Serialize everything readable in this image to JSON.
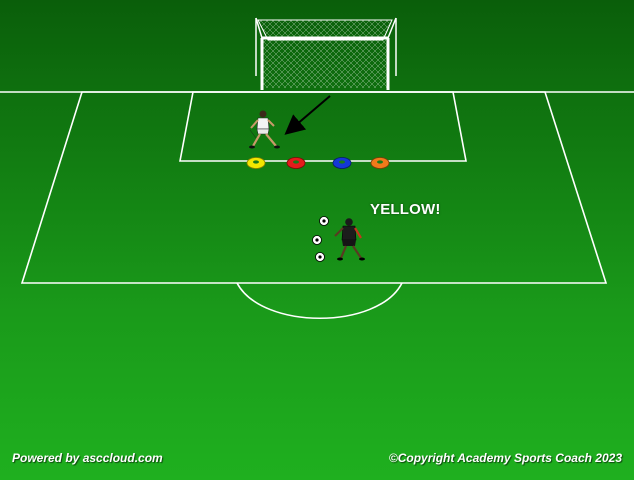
{
  "coach_call": "YELLOW!",
  "footer": {
    "powered_by": "Powered by asccloud.com",
    "copyright": "©Copyright Academy Sports Coach 2023"
  },
  "colors": {
    "cone_yellow": "#f2e600",
    "cone_red": "#e51b1b",
    "cone_blue": "#1438d6",
    "cone_orange": "#f07a1a",
    "grass_dark": "#0a5e0a",
    "grass_light": "#1fb01f",
    "line": "#ffffff"
  },
  "cones": [
    {
      "color_name": "yellow",
      "icon": "cone-icon"
    },
    {
      "color_name": "red",
      "icon": "cone-icon"
    },
    {
      "color_name": "blue",
      "icon": "cone-icon"
    },
    {
      "color_name": "orange",
      "icon": "cone-icon"
    }
  ]
}
